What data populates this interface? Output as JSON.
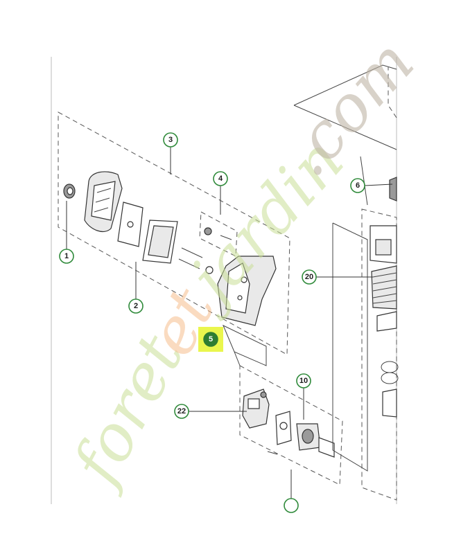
{
  "callouts": [
    {
      "id": "1",
      "label": "1"
    },
    {
      "id": "2",
      "label": "2"
    },
    {
      "id": "3",
      "label": "3"
    },
    {
      "id": "4",
      "label": "4"
    },
    {
      "id": "5",
      "label": "5",
      "highlighted": true
    },
    {
      "id": "6",
      "label": "6"
    },
    {
      "id": "10",
      "label": "10"
    },
    {
      "id": "20",
      "label": "20"
    },
    {
      "id": "22",
      "label": "22"
    }
  ],
  "watermark": {
    "part1": "foret",
    "part2": "et",
    "part3": "jardin",
    "part4": ".com"
  },
  "colors": {
    "callout_ring": "#2f8a3a",
    "highlight": "#e8f53a",
    "highlight_callout_fill": "#2e7d32",
    "line_art": "#333333",
    "watermark_green": "#c8de96",
    "watermark_orange": "#f6be8c",
    "watermark_grey": "#beb4a5"
  }
}
